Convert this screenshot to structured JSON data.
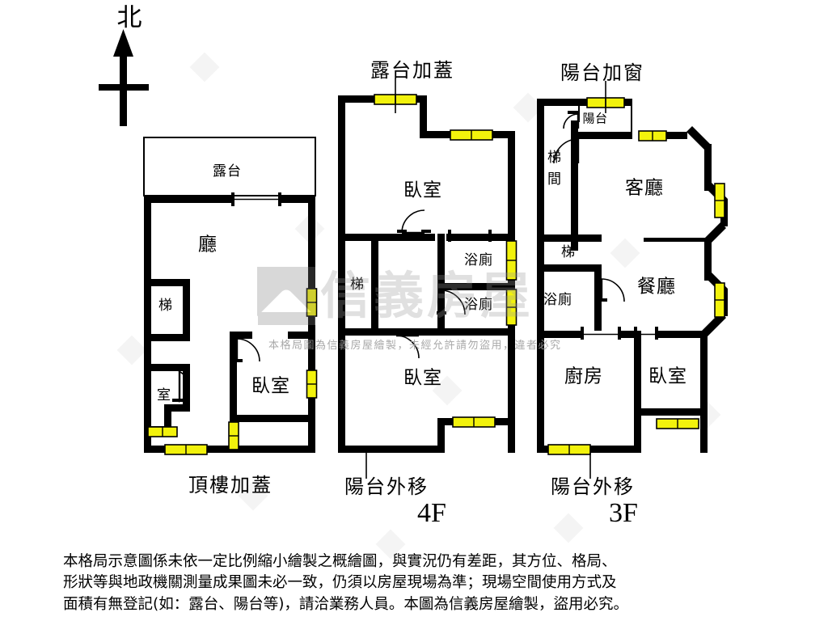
{
  "compass": {
    "label": "北",
    "icon": "north-arrow-icon"
  },
  "watermark": {
    "brand": "信義房屋",
    "notice": "本格局圖為信義房屋繪製，未經允許請勿盜用，違者必究"
  },
  "plans": [
    {
      "id": "rooftop",
      "floor_label": "頂樓加蓋",
      "callouts": [],
      "rooms": [
        {
          "name": "terrace",
          "label": "露台"
        },
        {
          "name": "hall",
          "label": "廳"
        },
        {
          "name": "stairs",
          "label": "梯"
        },
        {
          "name": "room",
          "label": "室"
        },
        {
          "name": "bedroom",
          "label": "臥室"
        }
      ]
    },
    {
      "id": "floor4",
      "floor_label": "4F",
      "callouts": [
        {
          "name": "terrace-cover",
          "label": "露台加蓋"
        },
        {
          "name": "balcony-extension",
          "label": "陽台外移"
        }
      ],
      "rooms": [
        {
          "name": "bedroom-north",
          "label": "臥室"
        },
        {
          "name": "bedroom-south",
          "label": "臥室"
        },
        {
          "name": "bathroom-upper",
          "label": "浴廁"
        },
        {
          "name": "bathroom-lower",
          "label": "浴廁"
        },
        {
          "name": "stairs",
          "label": "梯"
        }
      ]
    },
    {
      "id": "floor3",
      "floor_label": "3F",
      "callouts": [
        {
          "name": "balcony-window",
          "label": "陽台加窗"
        },
        {
          "name": "balcony-extension",
          "label": "陽台外移"
        }
      ],
      "rooms": [
        {
          "name": "balcony",
          "label": "陽台"
        },
        {
          "name": "stairwell",
          "label": "梯間"
        },
        {
          "name": "living-room",
          "label": "客廳"
        },
        {
          "name": "stairs",
          "label": "梯"
        },
        {
          "name": "bathroom",
          "label": "浴廁"
        },
        {
          "name": "dining-room",
          "label": "餐廳"
        },
        {
          "name": "kitchen",
          "label": "廚房"
        },
        {
          "name": "bedroom",
          "label": "臥室"
        }
      ]
    }
  ],
  "disclaimer": {
    "line1": "本格局示意圖係未依一定比例縮小繪製之概繪圖，與實況仍有差距，其方位、格局、",
    "line2": "形狀等與地政機關測量成果圖未必一致，仍須以房屋現場為準；現場空間使用方式及",
    "line3": "面積有無登記(如：露台、陽台等)，請洽業務人員。本圖為信義房屋繪製，盜用必究。"
  },
  "colors": {
    "wall": "#000000",
    "window": "#f2f20c",
    "background": "#ffffff",
    "watermark": "#9a9a9a"
  }
}
